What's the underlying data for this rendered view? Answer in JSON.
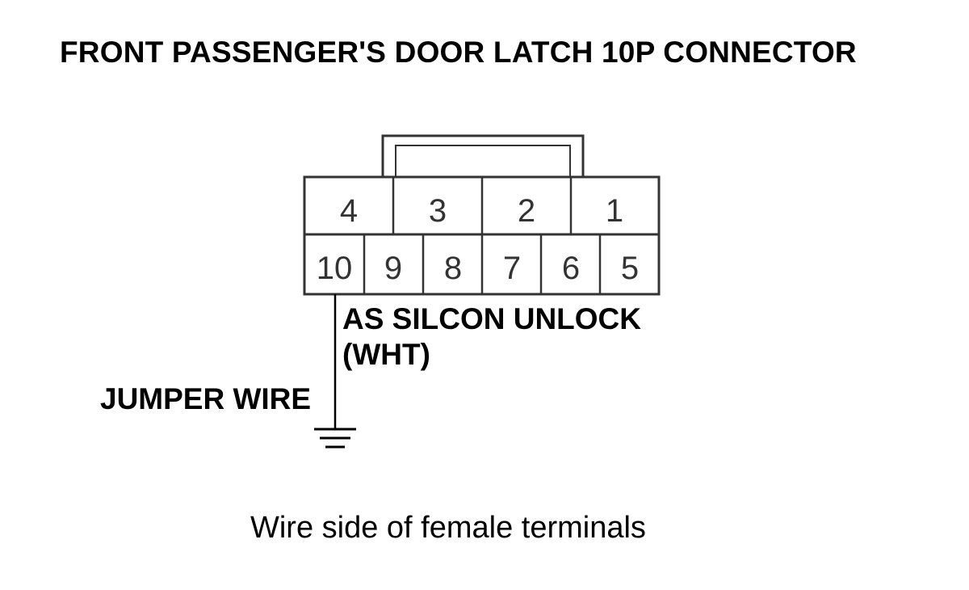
{
  "title": "FRONT PASSENGER'S DOOR LATCH 10P CONNECTOR",
  "connector": {
    "top_row": [
      "4",
      "3",
      "2",
      "1"
    ],
    "bottom_row": [
      "10",
      "9",
      "8",
      "7",
      "6",
      "5"
    ]
  },
  "wire_label_line1": "AS SILCON UNLOCK",
  "wire_label_line2": "(WHT)",
  "jumper_label": "JUMPER WIRE",
  "caption": "Wire side of female terminals"
}
